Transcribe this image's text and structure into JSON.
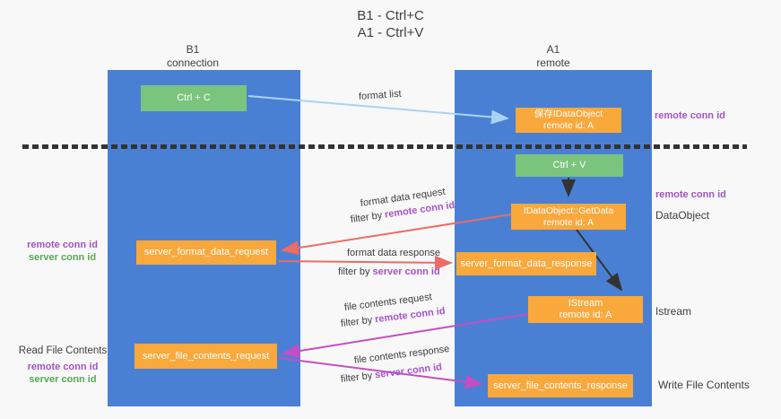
{
  "title": {
    "line1": "B1 - Ctrl+C",
    "line2": "A1 - Ctrl+V"
  },
  "lifelines": {
    "left": {
      "title": "B1",
      "subtitle": "connection"
    },
    "right": {
      "title": "A1",
      "subtitle": "remote"
    }
  },
  "boxes": {
    "ctrl_c": {
      "label": "Ctrl + C"
    },
    "ctrl_v": {
      "label": "Ctrl + V"
    },
    "save_dataobject": {
      "line1": "保存IDataObject",
      "line2": "remote id: A"
    },
    "getdata": {
      "line1": "IDataObject::GetData",
      "line2": "remote id: A"
    },
    "istream": {
      "line1": "IStream",
      "line2": "remote id: A"
    },
    "format_request": {
      "label": "server_format_data_request"
    },
    "format_response": {
      "label": "server_format_data_response"
    },
    "file_request": {
      "label": "server_file_contents_request"
    },
    "file_response": {
      "label": "server_file_contents_response"
    }
  },
  "side_labels": {
    "remote_conn_id_top": "remote conn id",
    "remote_conn_id_mid": "remote conn id",
    "dataobject": "DataObject",
    "istream": "Istream",
    "write_file_contents": "Write File Contents",
    "read_file_contents": "Read File Contents",
    "remote_conn_id": "remote conn id",
    "server_conn_id": "server conn id"
  },
  "flow_labels": {
    "format_list": "format list",
    "format_data_request": "format data request",
    "format_data_response": "format data response",
    "file_contents_request": "file contents request",
    "file_contents_response": "file contents response",
    "filter_by": "filter by",
    "remote_conn_id": "remote conn id",
    "server_conn_id": "server conn id"
  },
  "colors": {
    "column_blue": "#4a80d4",
    "box_green": "#7bc47e",
    "box_orange": "#f9a83c",
    "arrow_light_blue": "#a9d3f2",
    "arrow_salmon": "#ee6b66",
    "arrow_magenta": "#c44ec4",
    "arrow_black": "#333333",
    "text_purple": "#a552c8",
    "text_green": "#59a659"
  }
}
